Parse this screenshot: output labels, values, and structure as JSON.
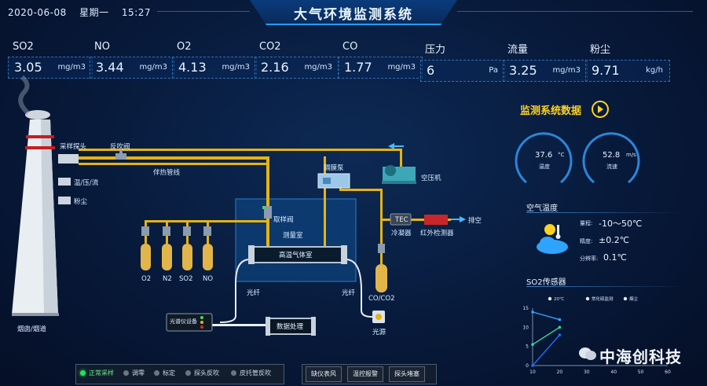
{
  "header": {
    "date": "2020-06-08",
    "weekday": "星期一",
    "time": "15:27",
    "title": "大气环境监测系统"
  },
  "metrics": [
    {
      "name": "SO2",
      "value": "3.05",
      "unit": "mg/m3"
    },
    {
      "name": "NO",
      "value": "3.44",
      "unit": "mg/m3"
    },
    {
      "name": "O2",
      "value": "4.13",
      "unit": "mg/m3"
    },
    {
      "name": "CO2",
      "value": "2.16",
      "unit": "mg/m3"
    },
    {
      "name": "CO",
      "value": "1.77",
      "unit": "mg/m3"
    },
    {
      "name": "压力",
      "value": "6",
      "unit": "Pa"
    },
    {
      "name": "流量",
      "value": "3.25",
      "unit": "mg/m3"
    },
    {
      "name": "粉尘",
      "value": "9.71",
      "unit": "kg/h"
    }
  ],
  "diagram": {
    "sample_probe": "采样探头",
    "backflush_valve": "反吹阀",
    "heat_tracing": "伴热管线",
    "temp_press_flow": "温/压/流",
    "dust": "粉尘",
    "diaphragm_pump": "隔膜泵",
    "air_compressor": "空压机",
    "sampling_valve": "取样阀",
    "measuring_room": "测量室",
    "high_temp_cell": "高温气体室",
    "cooler": "冷凝器",
    "ir_detector": "红外检测器",
    "exhaust": "排空",
    "tec": "TEC",
    "gases": [
      "O2",
      "N2",
      "SO2",
      "NO"
    ],
    "fiber_left": "光纤",
    "fiber_right": "光纤",
    "co_co2": "CO/CO2",
    "spectrometer": "光谱仪设备",
    "data_processing": "数据处理",
    "light_source": "光源",
    "chimney": "烟囱/烟道"
  },
  "right_panel": {
    "title": "监测系统数据",
    "gauges": [
      {
        "value": "37.6",
        "unit": "°C",
        "label": "温度"
      },
      {
        "value": "52.8",
        "unit": "m/s",
        "label": "流速"
      }
    ],
    "air_temp": {
      "title": "空气温度",
      "items": [
        {
          "label": "量程:",
          "value": "-10～50℃"
        },
        {
          "label": "精度:",
          "value": "±0.2℃"
        },
        {
          "label": "分辨率:",
          "value": "0.1℃"
        }
      ]
    },
    "sensor_title": "SO2传感器"
  },
  "chart_data": {
    "type": "line",
    "title": "",
    "legend": [
      "20℃",
      "常化硫监测",
      "烟尘"
    ],
    "x_ticks": [
      "10",
      "20",
      "30",
      "40",
      "50",
      "60"
    ],
    "y_ticks": [
      "0",
      "5",
      "10",
      "15"
    ],
    "xlim": [
      10,
      60
    ],
    "ylim": [
      0,
      15
    ],
    "series": [
      {
        "name": "20℃",
        "color": "#3aa0ff",
        "x": [
          10,
          20
        ],
        "y": [
          14,
          12
        ]
      },
      {
        "name": "常化硫监测",
        "color": "#35d6a0",
        "x": [
          10,
          20
        ],
        "y": [
          5.5,
          10
        ]
      },
      {
        "name": "烟尘",
        "color": "#1e6fff",
        "x": [
          10,
          20
        ],
        "y": [
          0,
          8
        ]
      }
    ],
    "grid": false,
    "legend_position": "top"
  },
  "bottom": {
    "buttons": [
      {
        "label": "正常采样",
        "active": true
      },
      {
        "label": "调零",
        "active": false
      },
      {
        "label": "标定",
        "active": false
      },
      {
        "label": "探头反吹",
        "active": false
      },
      {
        "label": "皮托管反吹",
        "active": false
      }
    ],
    "alarms": [
      "缺仪表风",
      "温控报警",
      "探头堵塞"
    ]
  },
  "brand": "中海创科技",
  "colors": {
    "pipe": "#e6b310",
    "accent": "#ffd21e",
    "active": "#28e05a"
  }
}
